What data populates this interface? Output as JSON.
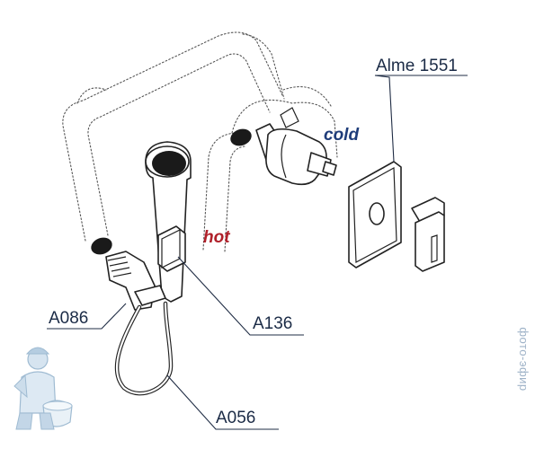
{
  "labels": {
    "model": "Alme 1551",
    "cold": "cold",
    "hot": "hot",
    "a086": "A086",
    "a136": "A136",
    "a056": "A056"
  },
  "watermark": "фото-эфир",
  "colors": {
    "cold": "#1f3d7a",
    "hot": "#b0202a",
    "label": "#1b2b46",
    "watermark": "#9fb3c8"
  }
}
